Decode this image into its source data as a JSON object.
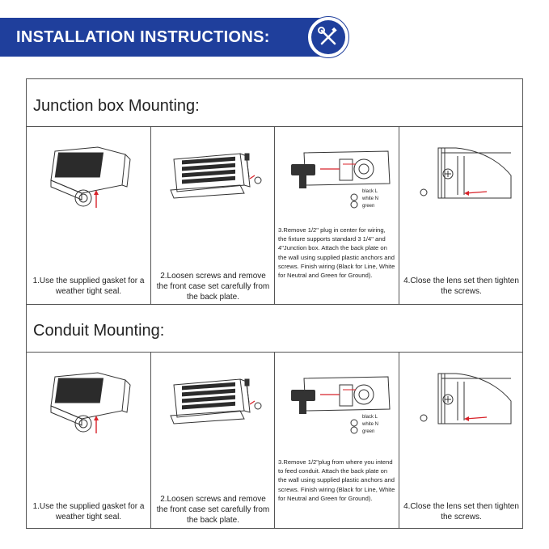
{
  "header": {
    "title": "INSTALLATION INSTRUCTIONS:",
    "icon": "wrench-screwdriver-icon",
    "color": "#1f3f9c"
  },
  "sections": [
    {
      "title": "Junction box Mounting:",
      "steps": [
        {
          "caption": "1.Use the supplied gasket for a weather tight seal."
        },
        {
          "caption": "2.Loosen screws and remove the  front case set carefully from the  back plate."
        },
        {
          "caption": "3.Remove 1/2\" plug in center for wiring, the fixture supports standard 3 1/4\" and 4\"Junction box. Attach the back plate on the wall using supplied plastic anchors and screws. Finish wiring (Black for Line, White for Neutral and Green for Ground).",
          "wire_labels": [
            "black L",
            "white N",
            "green"
          ]
        },
        {
          "caption": "4.Close the lens set then tighten the screws."
        }
      ]
    },
    {
      "title": "Conduit Mounting:",
      "steps": [
        {
          "caption": "1.Use the supplied gasket for a weather tight seal."
        },
        {
          "caption": "2.Loosen screws and remove the  front case set carefully from the  back plate."
        },
        {
          "caption": "3.Remove 1/2\"plug from where you intend to feed conduit. Attach the back plate on the wall using supplied plastic anchors and screws. Finish wiring (Black for Line, White for Neutral and Green for Ground).",
          "wire_labels": [
            "black L",
            "white N",
            "green"
          ]
        },
        {
          "caption": "4.Close the lens set then tighten the screws."
        }
      ]
    }
  ]
}
